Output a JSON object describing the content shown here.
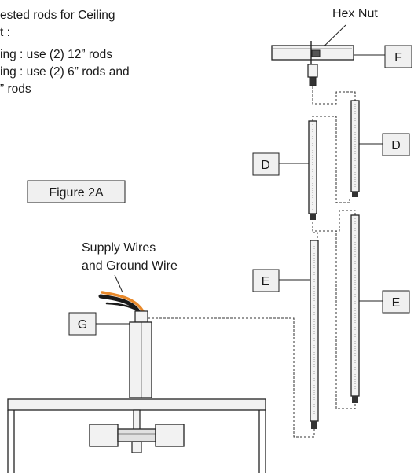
{
  "note_lines": [
    "ested rods for Ceiling",
    "t :",
    "ing : use (2) 12” rods",
    "ing : use (2) 6” rods and",
    "” rods"
  ],
  "hex_nut_label": "Hex Nut",
  "figure_label": "Figure 2A",
  "supply_label_line1": "Supply Wires",
  "supply_label_line2": "and Ground Wire",
  "part_labels": {
    "f": "F",
    "d_left": "D",
    "d_right": "D",
    "e_left": "E",
    "e_right": "E",
    "g": "G"
  },
  "colors": {
    "wire_orange": "#e8892b",
    "wire_black": "#1a1a1a",
    "label_box_fill": "#f0f0f0"
  }
}
